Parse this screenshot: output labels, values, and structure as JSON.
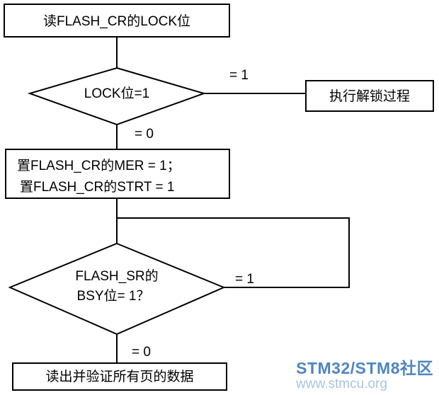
{
  "nodes": {
    "read_lock": {
      "text": "读FLASH_CR的LOCK位"
    },
    "lock_decision": {
      "text": "LOCK位=1"
    },
    "unlock": {
      "text": "执行解锁过程"
    },
    "set_bits": {
      "line1": "置FLASH_CR的MER = 1；",
      "line2": "置FLASH_CR的STRT = 1"
    },
    "bsy_decision": {
      "line1": "FLASH_SR的",
      "line2": "BSY位= 1？"
    },
    "verify": {
      "text": "读出并验证所有页的数据"
    }
  },
  "edges": {
    "lock_yes": "= 1",
    "lock_no": "= 0",
    "bsy_yes": "= 1",
    "bsy_no": "= 0"
  },
  "watermark": {
    "brand": "STM32/STM8社区",
    "url": "www.stmcu.org",
    "color_light": "#a9c4de",
    "color_dark": "#4f86c0"
  }
}
